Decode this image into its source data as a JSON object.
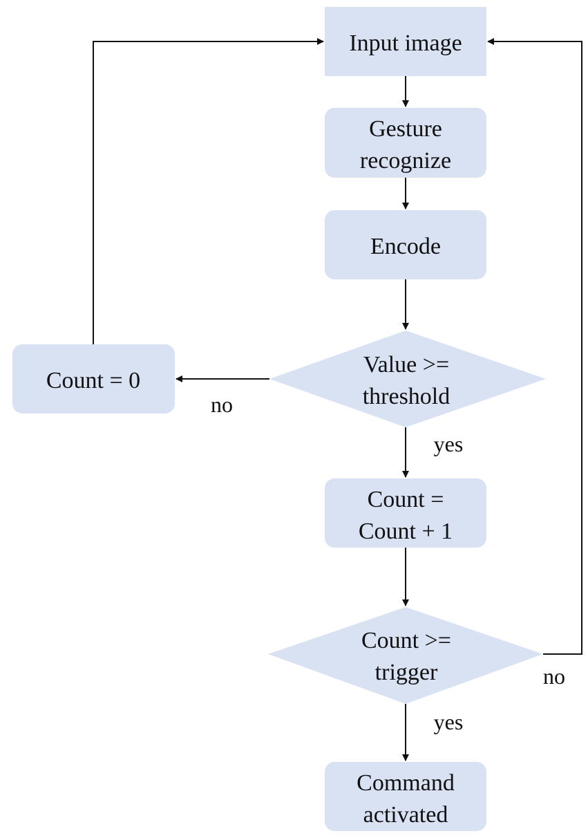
{
  "nodes": {
    "input_image": {
      "lines": [
        "Input image"
      ]
    },
    "gesture_recognize": {
      "lines": [
        "Gesture",
        "recognize"
      ]
    },
    "encode": {
      "lines": [
        "Encode"
      ]
    },
    "value_threshold": {
      "lines": [
        "Value >=",
        "threshold"
      ]
    },
    "count_reset": {
      "lines": [
        "Count = 0"
      ]
    },
    "count_increment": {
      "lines": [
        "Count =",
        "Count + 1"
      ]
    },
    "count_trigger": {
      "lines": [
        "Count >=",
        "trigger"
      ]
    },
    "command_activated": {
      "lines": [
        "Command",
        "activated"
      ]
    }
  },
  "edge_labels": {
    "value_no": "no",
    "value_yes": "yes",
    "trigger_no": "no",
    "trigger_yes": "yes"
  },
  "colors": {
    "node_fill": "#d9e2f3",
    "line": "#111111",
    "text": "#111111"
  }
}
